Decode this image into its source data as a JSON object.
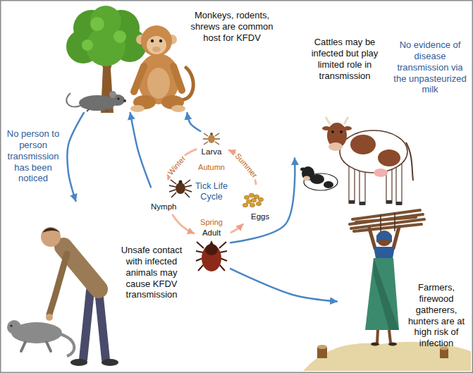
{
  "diagram": {
    "nodes": [
      {
        "text": [
          "Monkeys, rodents, shrews are common host for KFDV"
        ]
      },
      {
        "text": [
          "Cattles may be infected but play limited role in transmission"
        ]
      },
      {
        "text": [
          "Larva"
        ]
      },
      {
        "text": [
          "Nymph"
        ]
      },
      {
        "text": [
          "Eggs"
        ]
      },
      {
        "text": [
          "Adult"
        ]
      },
      {
        "text": [
          "Unsafe contact with infected animals may cause KFDV transmission"
        ]
      },
      {
        "text": [
          "Farmers, firewood gatherers, hunters are at high risk of infection"
        ]
      }
    ],
    "edges": [
      {
        "from": 2,
        "to": 0,
        "arrow": "to"
      },
      {
        "from": 3,
        "to": 0,
        "arrow": "to"
      },
      {
        "from": 0,
        "to": 6,
        "arrow": "to"
      },
      {
        "from": 5,
        "to": 1,
        "arrow": "to"
      },
      {
        "from": 5,
        "to": 7,
        "arrow": "to"
      },
      {
        "from": 5,
        "to": 4,
        "arrow": "to"
      },
      {
        "from": 4,
        "to": 2,
        "arrow": "to"
      },
      {
        "from": 2,
        "to": 3,
        "arrow": "to"
      },
      {
        "from": 3,
        "to": 5,
        "arrow": "to"
      }
    ],
    "labels": [
      "No person to person transmission has been noticed",
      "No evidence of disease transmission via the unpasteurized milk",
      "Tick Life Cycle",
      "Autumn",
      "Summer",
      "Spring",
      "Winter"
    ]
  }
}
